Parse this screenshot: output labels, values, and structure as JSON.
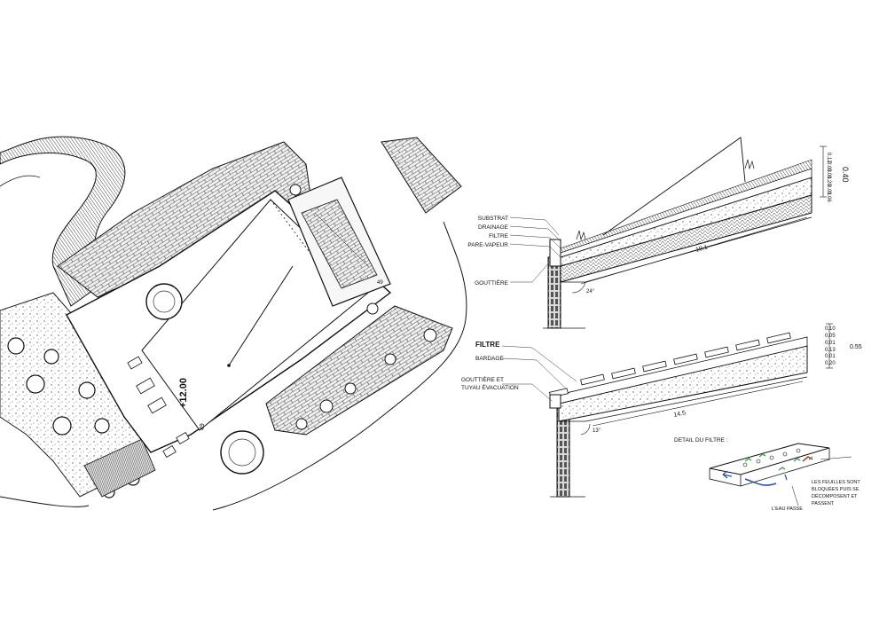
{
  "plan": {
    "level_label": "+12.00",
    "level_note": "49",
    "deck_num": "49"
  },
  "section_top": {
    "labels": [
      "SUBSTRAT",
      "DRAINAGE",
      "FILTRE",
      "PARE-VAPEUR"
    ],
    "gutter_label": "GOUTTIÈRE",
    "thicknesses": [
      "0.12",
      "0.03",
      "0.01",
      "0.20",
      "0.01",
      "0.06"
    ],
    "total": "0.40",
    "span": "10.1",
    "angle": "24°"
  },
  "section_bottom": {
    "filtre_label": "FILTRE",
    "bardage_label": "BARDAGE",
    "gutter_label_1": "GOUTTIÈRE ET",
    "gutter_label_2": "TUYAU ÉVACUATION",
    "thicknesses": [
      "0.10",
      "0.05",
      "0.01",
      "0.13",
      "0.01",
      "0.20"
    ],
    "total": "0.55",
    "span": "14.5",
    "angle": "13°"
  },
  "filter_detail": {
    "title": "DETAIL DU FILTRE :",
    "leaves_line1": "LES FEUILLES SONT",
    "leaves_line2": "BLOQUÉES PUIS SE",
    "leaves_line3": "DÉCOMPOSENT ET",
    "leaves_line4": "PASSENT",
    "water": "L'EAU PASSE"
  },
  "colors": {
    "ink": "#1a1a1a",
    "leaf_green": "#3aa05a",
    "water_blue": "#2c4fa8",
    "leaf_red": "#c0392b"
  }
}
